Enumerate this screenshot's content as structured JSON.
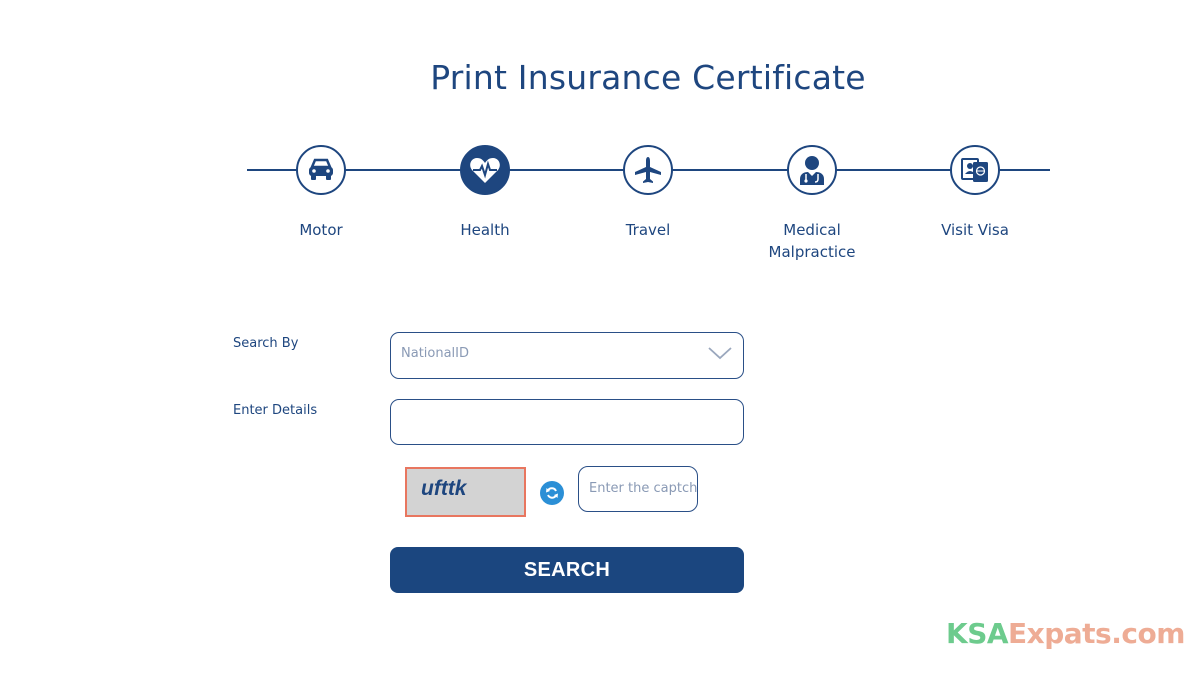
{
  "page": {
    "title": "Print Insurance Certificate"
  },
  "steps": [
    {
      "label": "Motor",
      "icon": "car-icon",
      "active": false
    },
    {
      "label": "Health",
      "icon": "heart-pulse-icon",
      "active": true
    },
    {
      "label": "Travel",
      "icon": "airplane-icon",
      "active": false
    },
    {
      "label": "Medical Malpractice",
      "label_line1": "Medical",
      "label_line2": "Malpractice",
      "icon": "doctor-icon",
      "active": false
    },
    {
      "label": "Visit Visa",
      "icon": "passport-icon",
      "active": false
    }
  ],
  "form": {
    "search_by_label": "Search By",
    "search_by_value": "NationalID",
    "details_label": "Enter Details",
    "details_value": "",
    "captcha_text": "ufttk",
    "captcha_placeholder": "Enter the captch",
    "search_button": "SEARCH"
  },
  "watermark": {
    "part1": "KSA",
    "part2": "Expats.com"
  },
  "colors": {
    "primary": "#1e467f",
    "refresh": "#2b8fd6",
    "captcha_border": "#e8765f"
  }
}
